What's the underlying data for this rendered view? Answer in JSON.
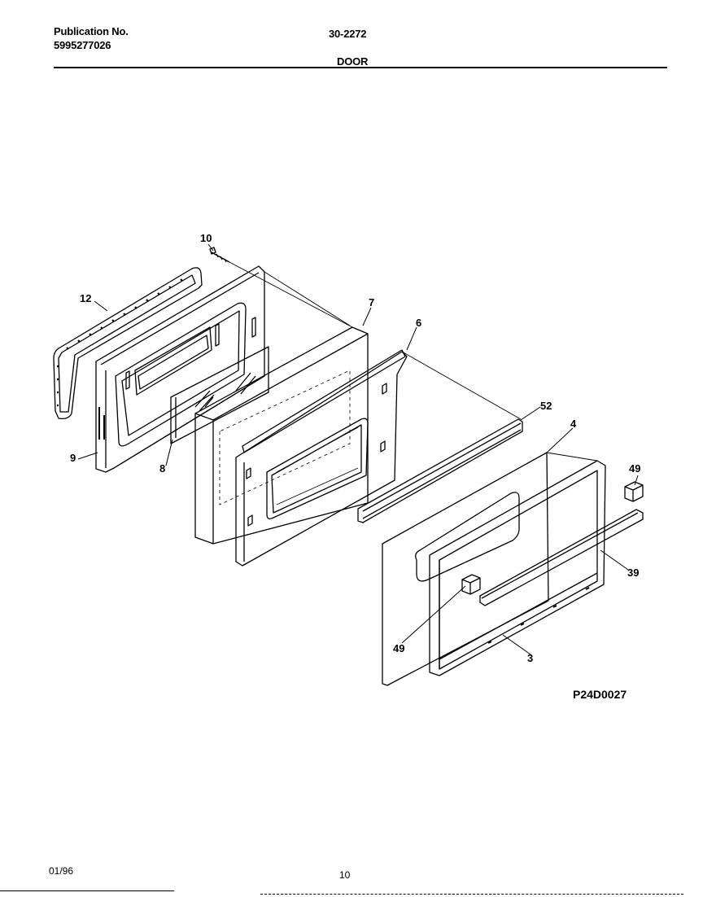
{
  "header": {
    "publication_label": "Publication No.",
    "publication_number": "5995277026",
    "document_code": "30-2272",
    "section_title": "DOOR"
  },
  "callouts": {
    "c10": "10",
    "c12": "12",
    "c7": "7",
    "c6": "6",
    "c52": "52",
    "c4": "4",
    "c49a": "49",
    "c39": "39",
    "c9": "9",
    "c8": "8",
    "c49b": "49",
    "c3": "3"
  },
  "figure_code": "P24D0027",
  "footer": {
    "date": "01/96",
    "page_number": "10"
  }
}
